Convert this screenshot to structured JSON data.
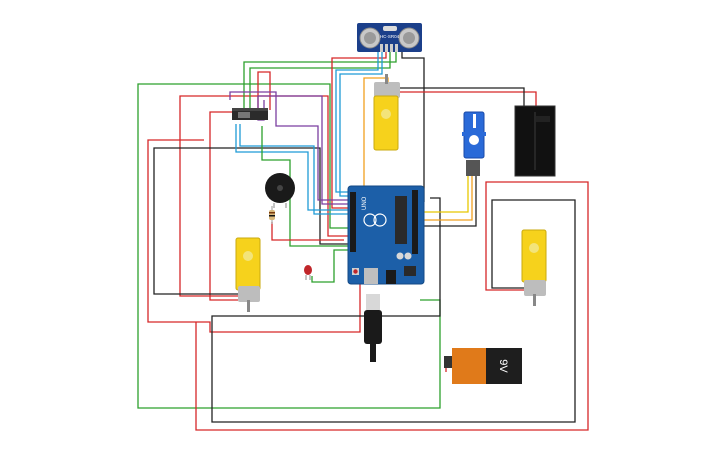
{
  "sensor": {
    "label": "HC-SR04"
  },
  "battery": {
    "label": "9V"
  },
  "board": {
    "name": "UNO"
  },
  "colors": {
    "background": "#ffffff",
    "wire_green": "#2ca02c",
    "wire_red": "#d62728",
    "wire_black": "#222222",
    "wire_purple": "#7b3fa0",
    "wire_blue": "#1f9bd6",
    "wire_orange": "#f0a020",
    "wire_yellow": "#e8c800",
    "board_blue": "#1c5fa8",
    "motor_yellow": "#f6d21c",
    "servo_blue": "#2a6ad8",
    "battery_orange": "#e07a1a"
  },
  "components": {
    "ultrasonic_sensor": "ultrasonic-sensor",
    "arduino": "arduino-uno-board",
    "servo": "micro-servo",
    "buzzer": "piezo-buzzer",
    "breadboard": "mini-breadboard",
    "motors": [
      "dc-motor-top",
      "dc-motor-left",
      "dc-motor-right"
    ],
    "led": "red-led",
    "resistor": "resistor",
    "switch": "slide-switch",
    "power_plug": "barrel-jack-plug",
    "battery": "battery-9v"
  }
}
